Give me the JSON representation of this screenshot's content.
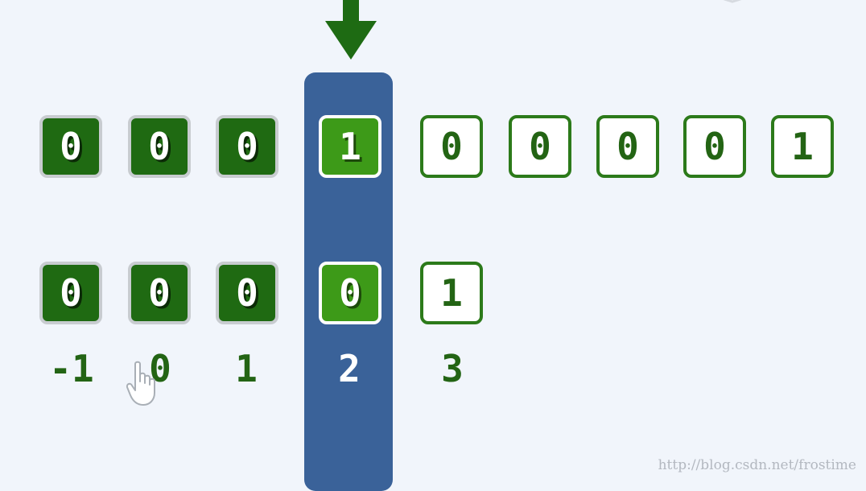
{
  "colors": {
    "background": "#f1f5fb",
    "highlight_column": "#3a6299",
    "dark_cell": "#1f6a12",
    "active_cell": "#3d9a18",
    "outline": "#2c7a1a",
    "arrow": "#1e6b13"
  },
  "pointer": {
    "icon": "down-arrow-icon"
  },
  "top_row": {
    "cells": [
      "0",
      "0",
      "0",
      "1",
      "0",
      "0",
      "0",
      "0",
      "1"
    ]
  },
  "bottom_row": {
    "cells": [
      "0",
      "0",
      "0",
      "0",
      "1"
    ]
  },
  "indices": [
    "-1",
    "0",
    "1",
    "2",
    "3"
  ],
  "cursor": {
    "icon": "hand-pointer-icon"
  },
  "watermark": "http://blog.csdn.net/frostime"
}
